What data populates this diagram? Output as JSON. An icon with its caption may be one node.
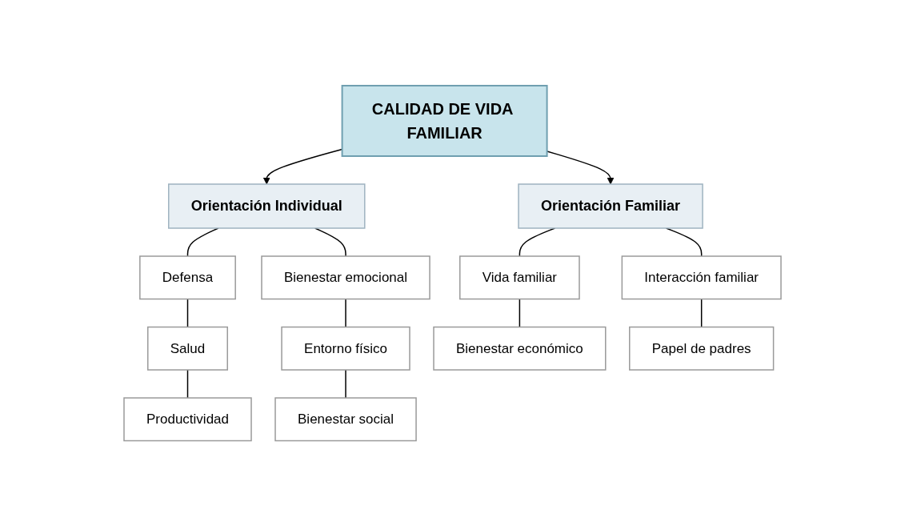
{
  "diagram": {
    "nodes": [
      {
        "text": [
          "CALIDAD DE VIDA FAMILIAR"
        ]
      },
      {
        "text": [
          "Orientación Individual"
        ]
      },
      {
        "text": [
          "Orientación Familiar"
        ]
      },
      {
        "text": [
          "Defensa"
        ]
      },
      {
        "text": [
          "Salud"
        ]
      },
      {
        "text": [
          "Productividad"
        ]
      },
      {
        "text": [
          "Bienestar emocional"
        ]
      },
      {
        "text": [
          "Entorno físico"
        ]
      },
      {
        "text": [
          "Bienestar social"
        ]
      },
      {
        "text": [
          "Vida familiar"
        ]
      },
      {
        "text": [
          "Bienestar económico"
        ]
      },
      {
        "text": [
          "Interacción familiar"
        ]
      },
      {
        "text": [
          "Papel de padres"
        ]
      }
    ],
    "edges": [
      {
        "from": 0,
        "to": 1,
        "arrow": "to"
      },
      {
        "from": 0,
        "to": 2,
        "arrow": "to"
      },
      {
        "from": 1,
        "to": 3,
        "arrow": "none"
      },
      {
        "from": 3,
        "to": 4,
        "arrow": "none"
      },
      {
        "from": 4,
        "to": 5,
        "arrow": "none"
      },
      {
        "from": 1,
        "to": 6,
        "arrow": "none"
      },
      {
        "from": 6,
        "to": 7,
        "arrow": "none"
      },
      {
        "from": 7,
        "to": 8,
        "arrow": "none"
      },
      {
        "from": 2,
        "to": 9,
        "arrow": "none"
      },
      {
        "from": 9,
        "to": 10,
        "arrow": "none"
      },
      {
        "from": 2,
        "to": 11,
        "arrow": "none"
      },
      {
        "from": 11,
        "to": 12,
        "arrow": "none"
      }
    ]
  }
}
